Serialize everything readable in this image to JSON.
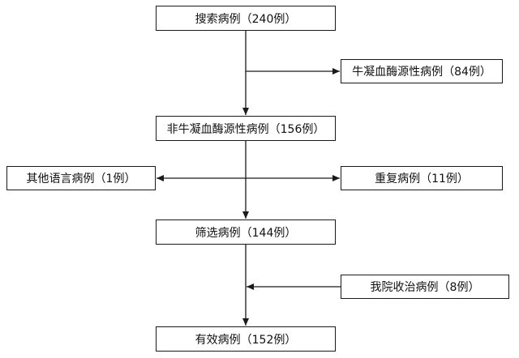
{
  "flowchart": {
    "search": {
      "label": "搜索病例（240例）"
    },
    "excluded_rbc": {
      "label": "牛凝血酶源性病例（84例）"
    },
    "non_rbc": {
      "label": "非牛凝血酶源性病例（156例）"
    },
    "other_language": {
      "label": "其他语言病例（1例）"
    },
    "duplicate": {
      "label": "重复病例（11例）"
    },
    "screened": {
      "label": "筛选病例（144例）"
    },
    "local_cases": {
      "label": "我院收治病例（8例）"
    },
    "valid": {
      "label": "有效病例（152例）"
    }
  },
  "colors": {
    "line": "#1a1a1a",
    "box_border": "#1a1a1a",
    "text": "#111111",
    "background": "#ffffff"
  }
}
